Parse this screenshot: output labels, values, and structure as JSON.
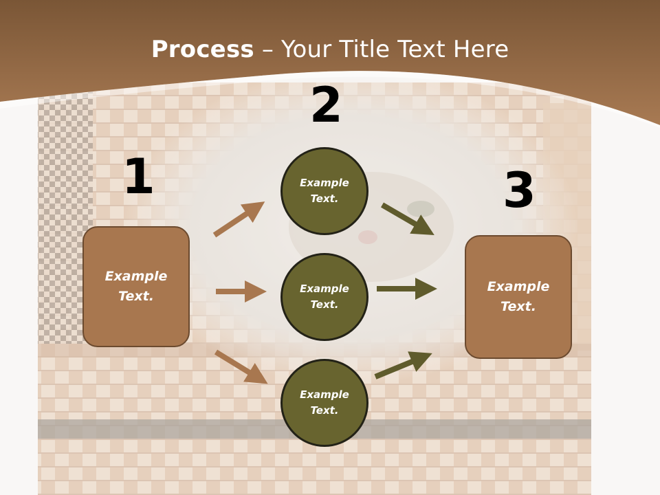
{
  "title": {
    "bold": "Process",
    "rest": " – Your Title Text Here"
  },
  "steps": [
    {
      "number": "1",
      "box_text": "Example Text."
    },
    {
      "number": "2",
      "items": [
        "Example Text.",
        "Example Text.",
        "Example Text."
      ]
    },
    {
      "number": "3",
      "box_text": "Example Text."
    }
  ],
  "colors": {
    "header": "#8e6444",
    "box_fill": "#a8774f",
    "circle_fill": "#68642f",
    "arrow_brown": "#a8774f",
    "arrow_olive": "#5f5b2c"
  }
}
